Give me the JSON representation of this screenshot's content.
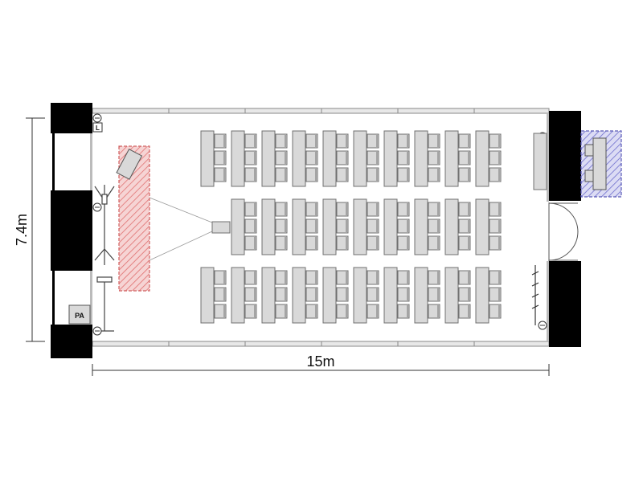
{
  "dimensions": {
    "width_label": "15m",
    "height_label": "7.4m"
  },
  "labels": {
    "pa": "PA",
    "lectern": "L"
  },
  "seating": {
    "blocks": 3,
    "columns_per_block": [
      10,
      9,
      10
    ],
    "chairs_per_desk": 3
  },
  "colors": {
    "wall": "#000000",
    "furniture_fill": "#d9d9d9",
    "furniture_stroke": "#707070",
    "stage_hatch": "#e07070",
    "storage_hatch": "#6a6acc"
  }
}
